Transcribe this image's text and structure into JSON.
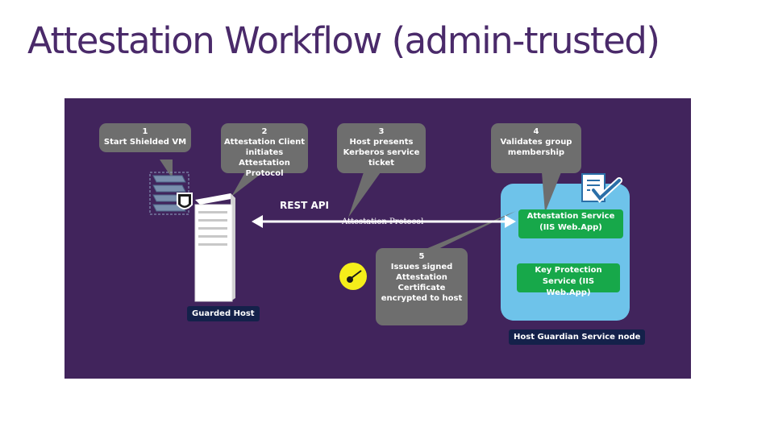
{
  "title": "Attestation Workflow (admin-trusted)",
  "callouts": {
    "c1": {
      "num": "1",
      "text": "Start Shielded VM"
    },
    "c2": {
      "num": "2",
      "text": "Attestation Client initiates Attestation Protocol"
    },
    "c3": {
      "num": "3",
      "text": "Host presents Kerberos service ticket"
    },
    "c4": {
      "num": "4",
      "text": "Validates group membership"
    },
    "c5": {
      "num": "5",
      "text": "Issues signed Attestation Certificate encrypted to host"
    }
  },
  "rest_api": "REST API",
  "protocol_label": "Attestation Protocol",
  "services": {
    "attestation": "Attestation Service (IIS Web.App)",
    "key_protection": "Key Protection Service (IIS Web.App)"
  },
  "guarded_host": "Guarded Host",
  "hgs_node": "Host Guardian Service node",
  "colors": {
    "background": "#41245c",
    "callout": "#6e6e6e",
    "hgs": "#6ec3ea",
    "service": "#17a84a",
    "label": "#14214a",
    "key": "#f5ee1a"
  }
}
